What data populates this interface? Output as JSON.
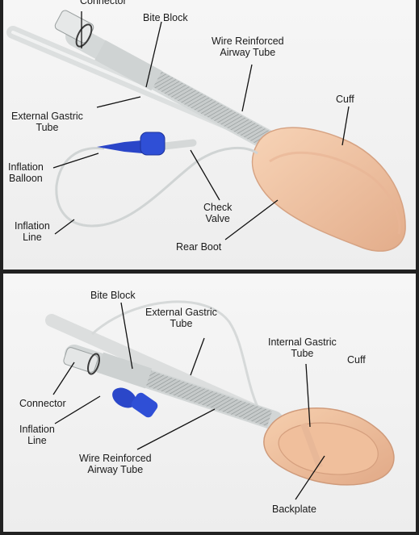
{
  "top_panel": {
    "labels": {
      "connector": "Connector",
      "bite_block": "Bite Block",
      "wire_tube_1": "Wire Reinforced",
      "wire_tube_2": "Airway Tube",
      "cuff": "Cuff",
      "ext_gastric_1": "External Gastric",
      "ext_gastric_2": "Tube",
      "inflation_balloon_1": "Inflation",
      "inflation_balloon_2": "Balloon",
      "check_valve_1": "Check",
      "check_valve_2": "Valve",
      "inflation_line_1": "Inflation",
      "inflation_line_2": "Line",
      "rear_boot": "Rear Boot"
    }
  },
  "bottom_panel": {
    "labels": {
      "bite_block": "Bite Block",
      "ext_gastric_1": "External Gastric",
      "ext_gastric_2": "Tube",
      "int_gastric_1": "Internal Gastric",
      "int_gastric_2": "Tube",
      "cuff": "Cuff",
      "connector": "Connector",
      "inflation_line_1": "Inflation",
      "inflation_line_2": "Line",
      "wire_tube_1": "Wire Reinforced",
      "wire_tube_2": "Airway Tube",
      "backplate": "Backplate"
    }
  },
  "colors": {
    "background": "#f2f2f2",
    "frame": "#222222",
    "cuff": "#f2c6a4",
    "cuff_shadow": "#dba582",
    "balloon": "#2d49c9",
    "tube": "#d9dcdc"
  }
}
